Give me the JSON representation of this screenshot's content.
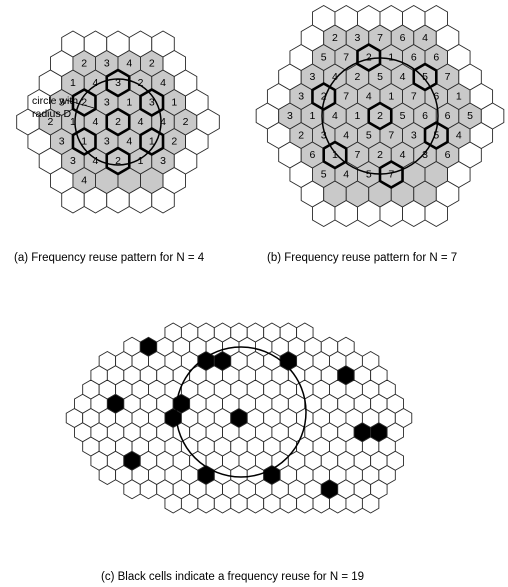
{
  "panel_a": {
    "caption": "(a)  Frequency reuse pattern for N = 4",
    "annotation_line1": "circle with",
    "annotation_line2": "radius D",
    "cells": [
      "2",
      "3",
      "4",
      "2",
      "1",
      "4",
      "3",
      "2",
      "4",
      "3",
      "2",
      "3",
      "1",
      "3",
      "1",
      "2",
      "1",
      "4",
      "2",
      "4",
      "4",
      "2",
      "3",
      "1",
      "3",
      "4",
      "1",
      "2",
      "3",
      "4",
      "2",
      "1",
      "3",
      "4"
    ]
  },
  "panel_b": {
    "caption": "(b)  Frequency reuse pattern for N  = 7",
    "cells": [
      "2",
      "3",
      "7",
      "6",
      "4",
      "5",
      "7",
      "2",
      "1",
      "6",
      "6",
      "3",
      "4",
      "2",
      "5",
      "4",
      "5",
      "7",
      "3",
      "2",
      "7",
      "4",
      "1",
      "7",
      "6",
      "1",
      "3",
      "1",
      "4",
      "1",
      "2",
      "5",
      "6",
      "6",
      "5",
      "2",
      "3",
      "4",
      "5",
      "7",
      "3",
      "5",
      "4",
      "6",
      "1",
      "7",
      "2",
      "4",
      "3",
      "6",
      "5",
      "4",
      "5",
      "7"
    ]
  },
  "panel_c": {
    "caption": "(c) Black cells indicate a frequency reuse for N  = 19"
  }
}
